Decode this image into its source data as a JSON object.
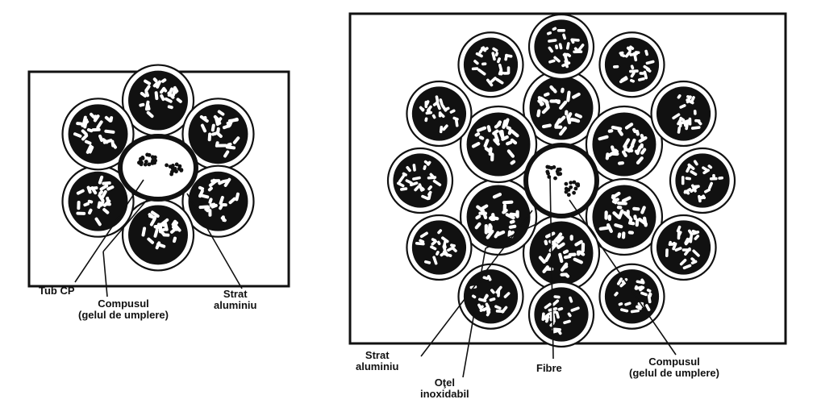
{
  "left_diagram": {
    "labels": {
      "tube": "Tub CP",
      "compound": [
        "Compusul",
        "(gelul de umplere)"
      ],
      "aluminium": [
        "Strat",
        "aluminiu"
      ]
    }
  },
  "right_diagram": {
    "labels": {
      "aluminium": [
        "Strat",
        "aluminiu"
      ],
      "steel": [
        "Oţel",
        "inoxidabil"
      ],
      "fibres": "Fibre",
      "compound": [
        "Compusul",
        "(gelul de umplere)"
      ]
    }
  }
}
